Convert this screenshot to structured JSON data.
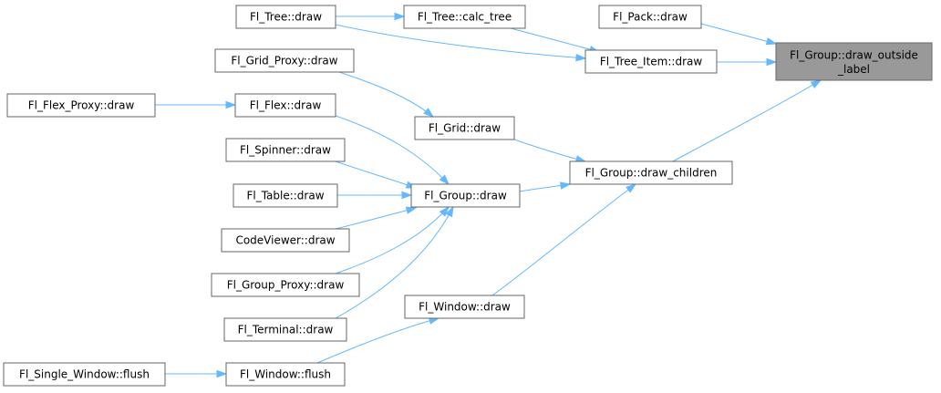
{
  "graph": {
    "nodes": {
      "target": {
        "lines": [
          "Fl_Group::draw_outside",
          "_label"
        ]
      },
      "pack_draw": {
        "lines": [
          "Fl_Pack::draw"
        ]
      },
      "tree_item_draw": {
        "lines": [
          "Fl_Tree_Item::draw"
        ]
      },
      "tree_draw": {
        "lines": [
          "Fl_Tree::draw"
        ]
      },
      "tree_calc_tree": {
        "lines": [
          "Fl_Tree::calc_tree"
        ]
      },
      "grid_proxy_draw": {
        "lines": [
          "Fl_Grid_Proxy::draw"
        ]
      },
      "grid_draw": {
        "lines": [
          "Fl_Grid::draw"
        ]
      },
      "flex_proxy_draw": {
        "lines": [
          "Fl_Flex_Proxy::draw"
        ]
      },
      "flex_draw": {
        "lines": [
          "Fl_Flex::draw"
        ]
      },
      "draw_children": {
        "lines": [
          "Fl_Group::draw_children"
        ]
      },
      "spinner_draw": {
        "lines": [
          "Fl_Spinner::draw"
        ]
      },
      "group_draw": {
        "lines": [
          "Fl_Group::draw"
        ]
      },
      "table_draw": {
        "lines": [
          "Fl_Table::draw"
        ]
      },
      "codeviewer_draw": {
        "lines": [
          "CodeViewer::draw"
        ]
      },
      "group_proxy_draw": {
        "lines": [
          "Fl_Group_Proxy::draw"
        ]
      },
      "window_draw": {
        "lines": [
          "Fl_Window::draw"
        ]
      },
      "terminal_draw": {
        "lines": [
          "Fl_Terminal::draw"
        ]
      },
      "single_window_flush": {
        "lines": [
          "Fl_Single_Window::flush"
        ]
      },
      "window_flush": {
        "lines": [
          "Fl_Window::flush"
        ]
      }
    },
    "edges": [
      [
        "tree_draw",
        "tree_calc_tree"
      ],
      [
        "tree_calc_tree",
        "tree_item_draw"
      ],
      [
        "tree_draw",
        "tree_item_draw"
      ],
      [
        "pack_draw",
        "target"
      ],
      [
        "tree_item_draw",
        "target"
      ],
      [
        "draw_children",
        "target"
      ],
      [
        "grid_proxy_draw",
        "grid_draw"
      ],
      [
        "flex_proxy_draw",
        "flex_draw"
      ],
      [
        "flex_draw",
        "group_draw"
      ],
      [
        "grid_draw",
        "draw_children"
      ],
      [
        "group_draw",
        "draw_children"
      ],
      [
        "spinner_draw",
        "group_draw"
      ],
      [
        "table_draw",
        "group_draw"
      ],
      [
        "codeviewer_draw",
        "group_draw"
      ],
      [
        "group_proxy_draw",
        "group_draw"
      ],
      [
        "terminal_draw",
        "group_draw"
      ],
      [
        "window_draw",
        "draw_children"
      ],
      [
        "single_window_flush",
        "window_flush"
      ],
      [
        "window_flush",
        "window_draw"
      ]
    ]
  }
}
